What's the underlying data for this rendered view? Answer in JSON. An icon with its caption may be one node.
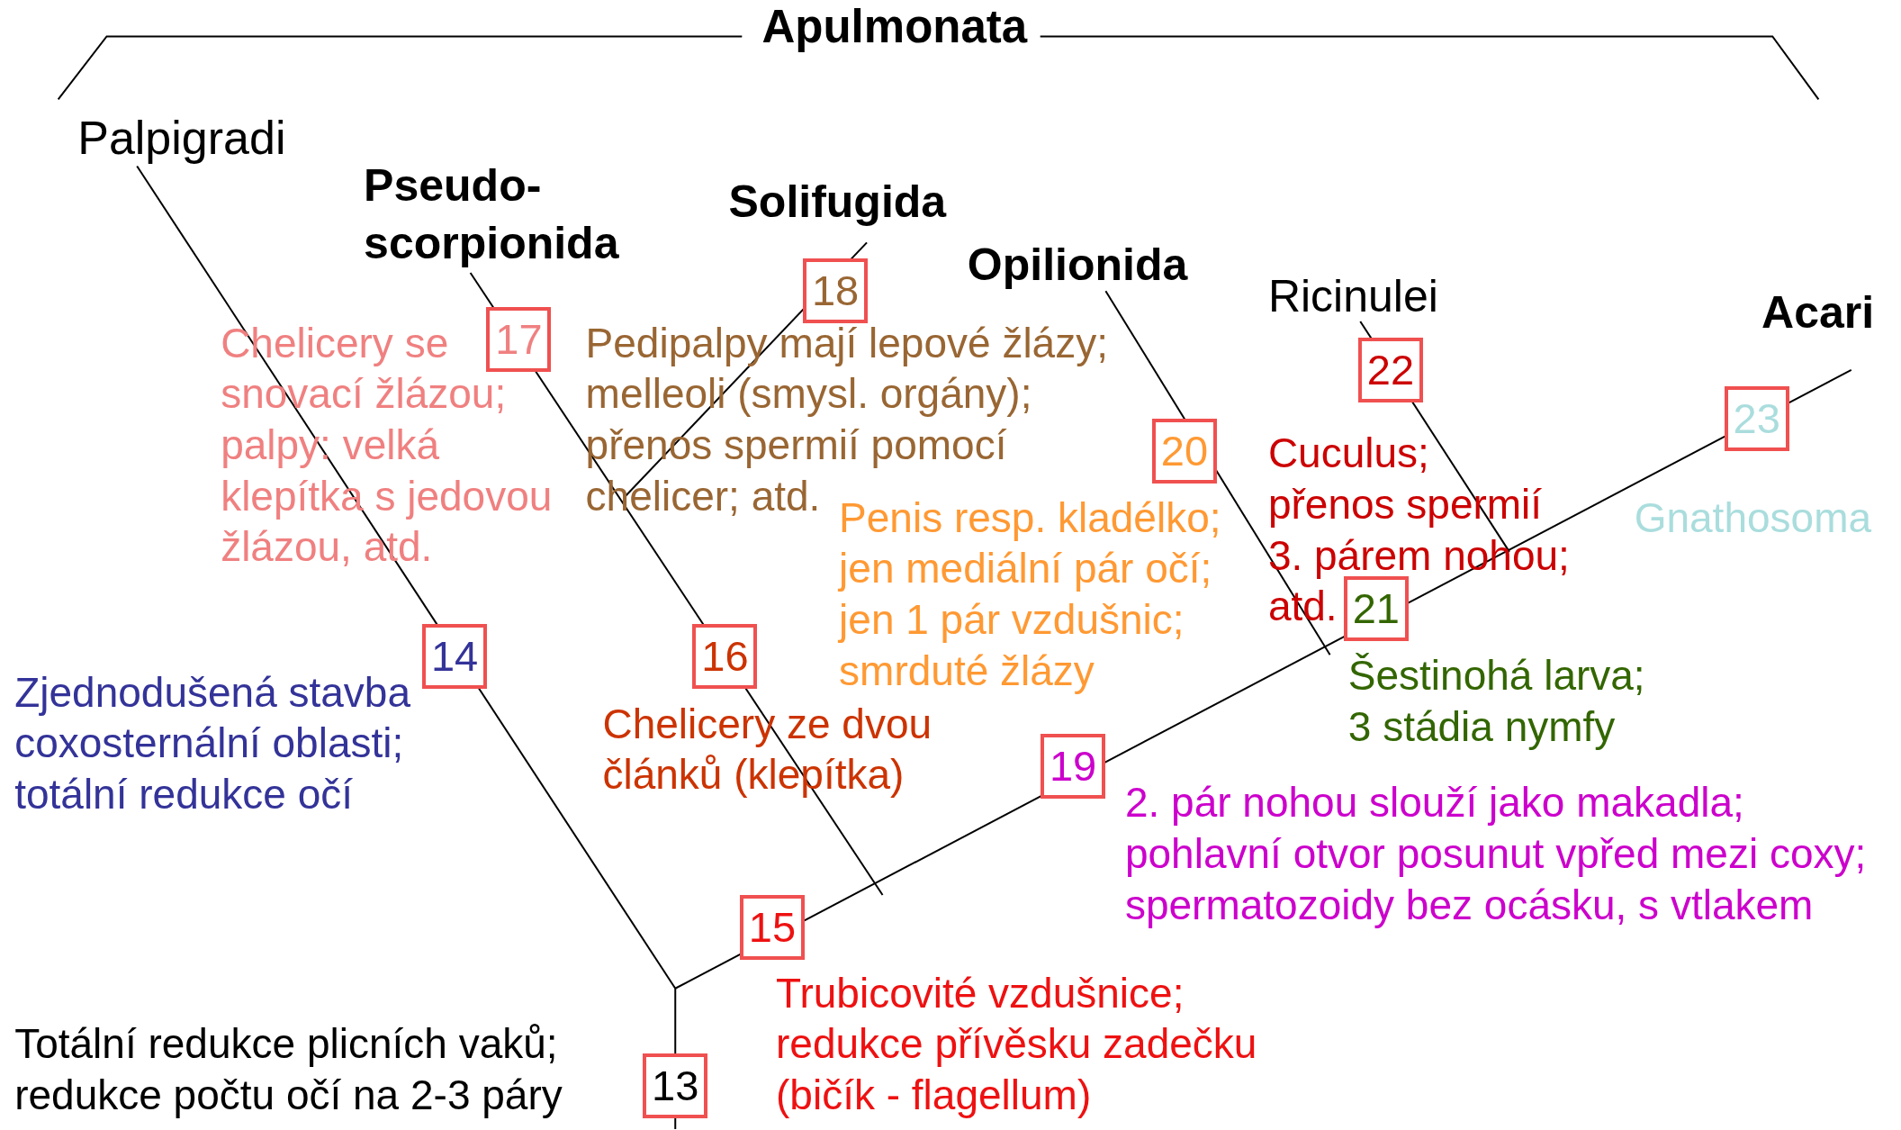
{
  "diagram": {
    "nodes": [
      {
        "text": [
          "13"
        ],
        "beside": [
          "Totální redukce plicních vaků; redukce počtu očí na 2-3 páry"
        ]
      },
      {
        "text": [
          "14"
        ],
        "beside": [
          "Zjednodušená stavba coxosternální oblasti; totální redukce očí"
        ]
      },
      {
        "text": [
          "15"
        ],
        "beside": [
          "Trubicovité vzdušnice; redukce přívěsku zadečku (bičík - flagellum)"
        ]
      },
      {
        "text": [
          "16"
        ],
        "beside": [
          "Chelicery ze dvou článků (klepítka)"
        ]
      },
      {
        "text": [
          "17"
        ],
        "beside": [
          "Chelicery se snovací žlázou; palpy: velká klepítka s jedovou žlázou, atd."
        ]
      },
      {
        "text": [
          "18"
        ],
        "beside": [
          "Pedipalpy mají lepové žlázy; melleoli (smysl. orgány); přenos spermií pomocí chelicer; atd."
        ]
      },
      {
        "text": [
          "19"
        ],
        "beside": [
          "2. pár nohou slouží jako makadla; pohlavní otvor posunut vpřed mezi coxy; spermatozoidy bez ocásku, s vtlakem"
        ]
      },
      {
        "text": [
          "20"
        ],
        "beside": [
          "Penis resp. kladélko; jen mediální pár očí; jen 1 pár vzdušnic; smrduté žlázy"
        ]
      },
      {
        "text": [
          "21"
        ],
        "beside": [
          "Šestinohá larva; 3 stádia nymfy"
        ]
      },
      {
        "text": [
          "22"
        ]
      },
      {
        "text": [
          "23"
        ],
        "beside": [
          "Gnathosoma"
        ]
      }
    ],
    "labels": [
      "Apulmonata",
      "Palpigradi",
      "Pseudo-scorpionida",
      "Solifugida",
      "Opilionida",
      "Ricinulei",
      "Acari",
      "Cuculus; přenos spermií 3. párem nohou; atd."
    ]
  }
}
